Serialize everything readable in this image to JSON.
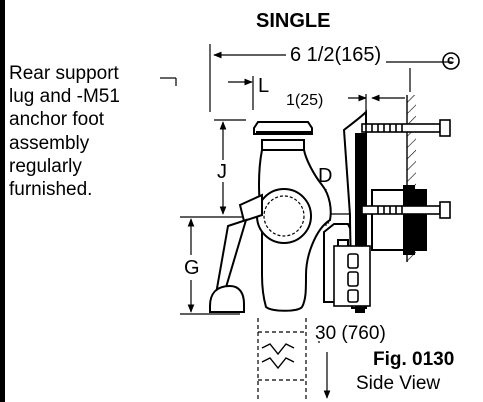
{
  "title": "SINGLE",
  "note_lines": [
    "Rear support",
    "lug and -M51",
    "anchor foot",
    "assembly",
    "regularly",
    "furnished."
  ],
  "dimensions": {
    "overall_depth": "6 1/2(165)",
    "offset": "1(25)",
    "clearance": "30 (760)",
    "label_L": "L",
    "label_J": "J",
    "label_G": "G",
    "label_D": "D",
    "label_C": "c"
  },
  "figure": {
    "number": "Fig. 0130",
    "view": "Side View"
  }
}
